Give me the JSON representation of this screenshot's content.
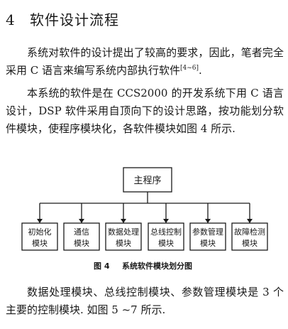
{
  "section": {
    "number": "4",
    "title": "软件设计流程"
  },
  "para1": {
    "text": "系统对软件的设计提出了较高的要求，因此，笔者完全采用 C 语言来编写系统内部执行软件",
    "ref": "[4~6]",
    "end": "."
  },
  "para2": {
    "text": "本系统的软件是在 CCS2000 的开发系统下用 C 语言设计，DSP 软件采用自顶向下的设计思路，按功能划分软件模块，使程序模块化，各软件模块如图 4 所示."
  },
  "figure": {
    "root": "主程序",
    "modules": [
      {
        "line1": "初始化",
        "line2": "模块"
      },
      {
        "line1": "通信",
        "line2": "模块"
      },
      {
        "line1": "数据处理",
        "line2": "模块"
      },
      {
        "line1": "总线控制",
        "line2": "模块"
      },
      {
        "line1": "参数管理",
        "line2": "模块"
      },
      {
        "line1": "故障检测",
        "line2": "模块"
      }
    ],
    "caption_label": "图 4",
    "caption_text": "系统软件模块划分图"
  },
  "para3": {
    "text": "数据处理模块、总线控制模块、参数管理模块是 3 个主要的控制模块. 如图 5 ~7 所示."
  }
}
